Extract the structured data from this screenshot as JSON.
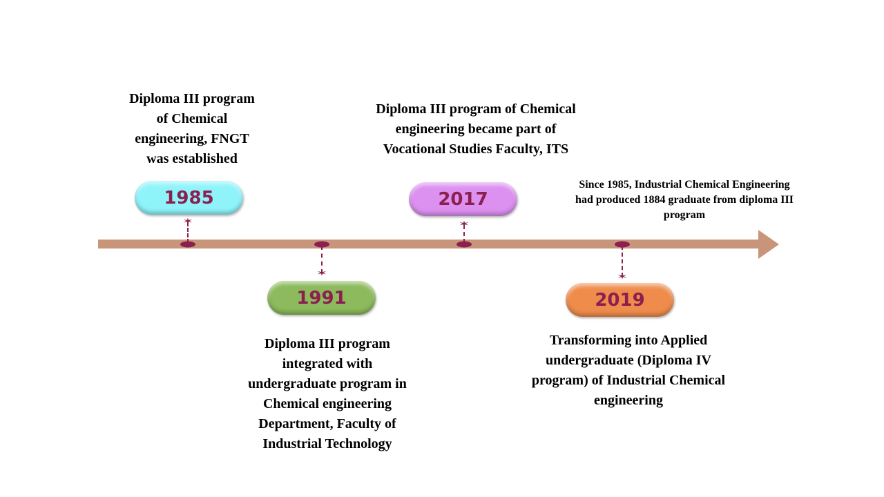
{
  "events": [
    {
      "year": "1985",
      "color": "#8ff4fa",
      "lines": [
        "Diploma III program",
        "of Chemical",
        "engineering, FNGT",
        "was established"
      ]
    },
    {
      "year": "1991",
      "color": "#8cba5c",
      "lines": [
        "Diploma III program",
        "integrated with",
        "undergraduate program in",
        "Chemical engineering",
        "Department, Faculty of",
        "Industrial Technology"
      ]
    },
    {
      "year": "2017",
      "color": "#dc90f0",
      "lines": [
        "Diploma III program of Chemical",
        "engineering became part of",
        "Vocational Studies Faculty, ITS"
      ]
    },
    {
      "year": "2019",
      "color": "#ef8c4c",
      "lines": [
        "Transforming into Applied",
        "undergraduate (Diploma IV",
        "program) of Industrial Chemical",
        "engineering"
      ]
    }
  ],
  "note": {
    "lines": [
      "Since 1985, Industrial Chemical Engineering",
      "had produced 1884 graduate from diploma III",
      "program"
    ]
  },
  "colors": {
    "axis": "#c9957a",
    "marker": "#8b1f4f"
  }
}
